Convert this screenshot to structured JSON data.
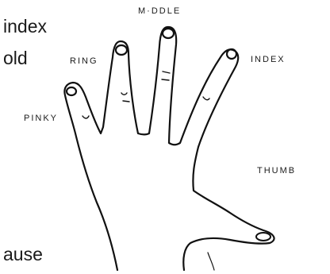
{
  "body_text": {
    "line1": "index",
    "line2": "old",
    "line3": "ause"
  },
  "finger_labels": {
    "middle": "M·DDLE",
    "ring": "RING",
    "index": "INDEX",
    "pinky": "PINKY",
    "thumb": "THUMB"
  }
}
